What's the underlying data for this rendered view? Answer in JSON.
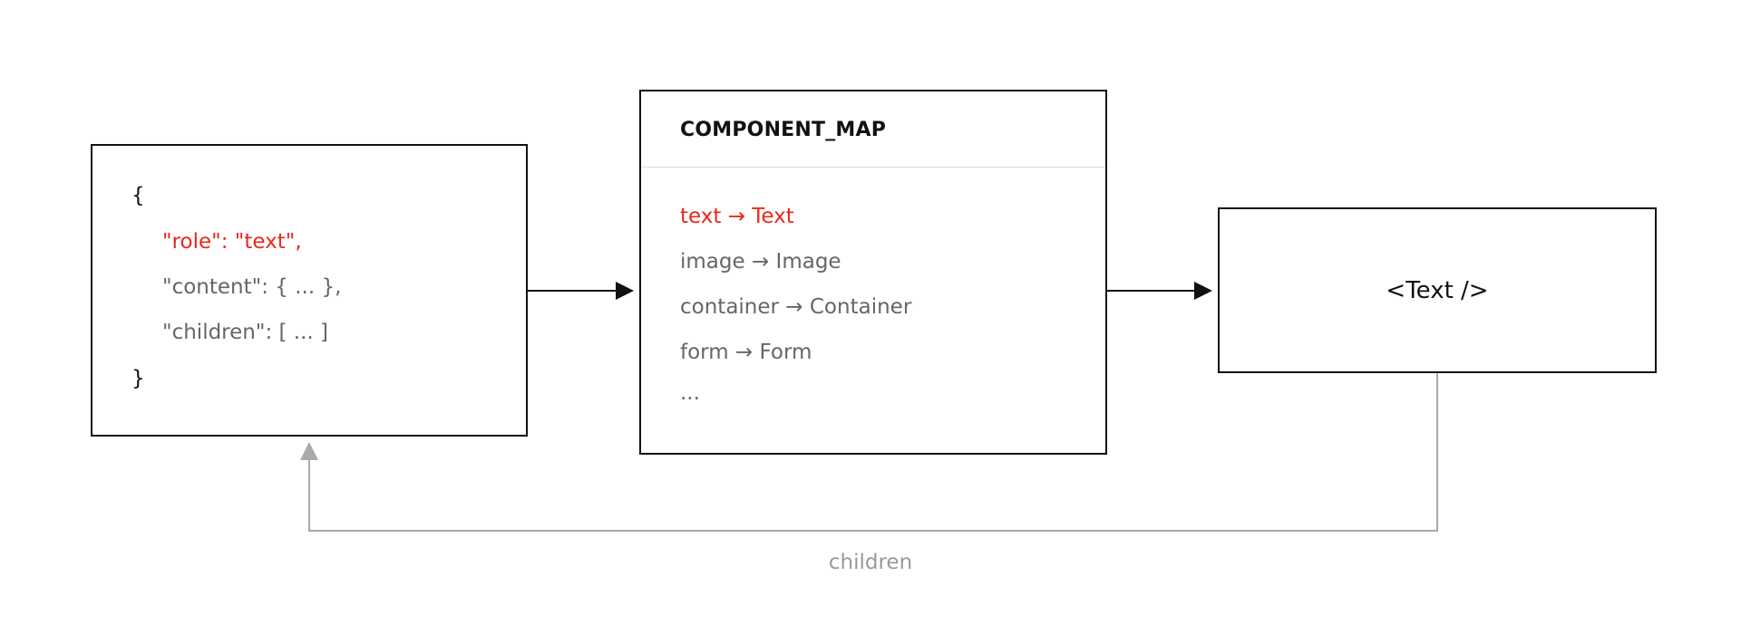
{
  "json_node": {
    "lines": [
      "{",
      "\"role\": \"text\",",
      "\"content\": { ... },",
      "\"children\": [ ... ]",
      "}"
    ]
  },
  "component_map": {
    "title": "COMPONENT_MAP",
    "entries": [
      "text → Text",
      "image → Image",
      "container → Container",
      "form → Form",
      "..."
    ],
    "highlighted_entry": "text → Text"
  },
  "output": {
    "label": "<Text />"
  },
  "feedback": {
    "label": "children"
  },
  "colors": {
    "border": "#111111",
    "highlight": "#e8291c",
    "muted_text": "#666666",
    "feedback_line": "#aaaaaa",
    "feedback_text": "#999999"
  }
}
